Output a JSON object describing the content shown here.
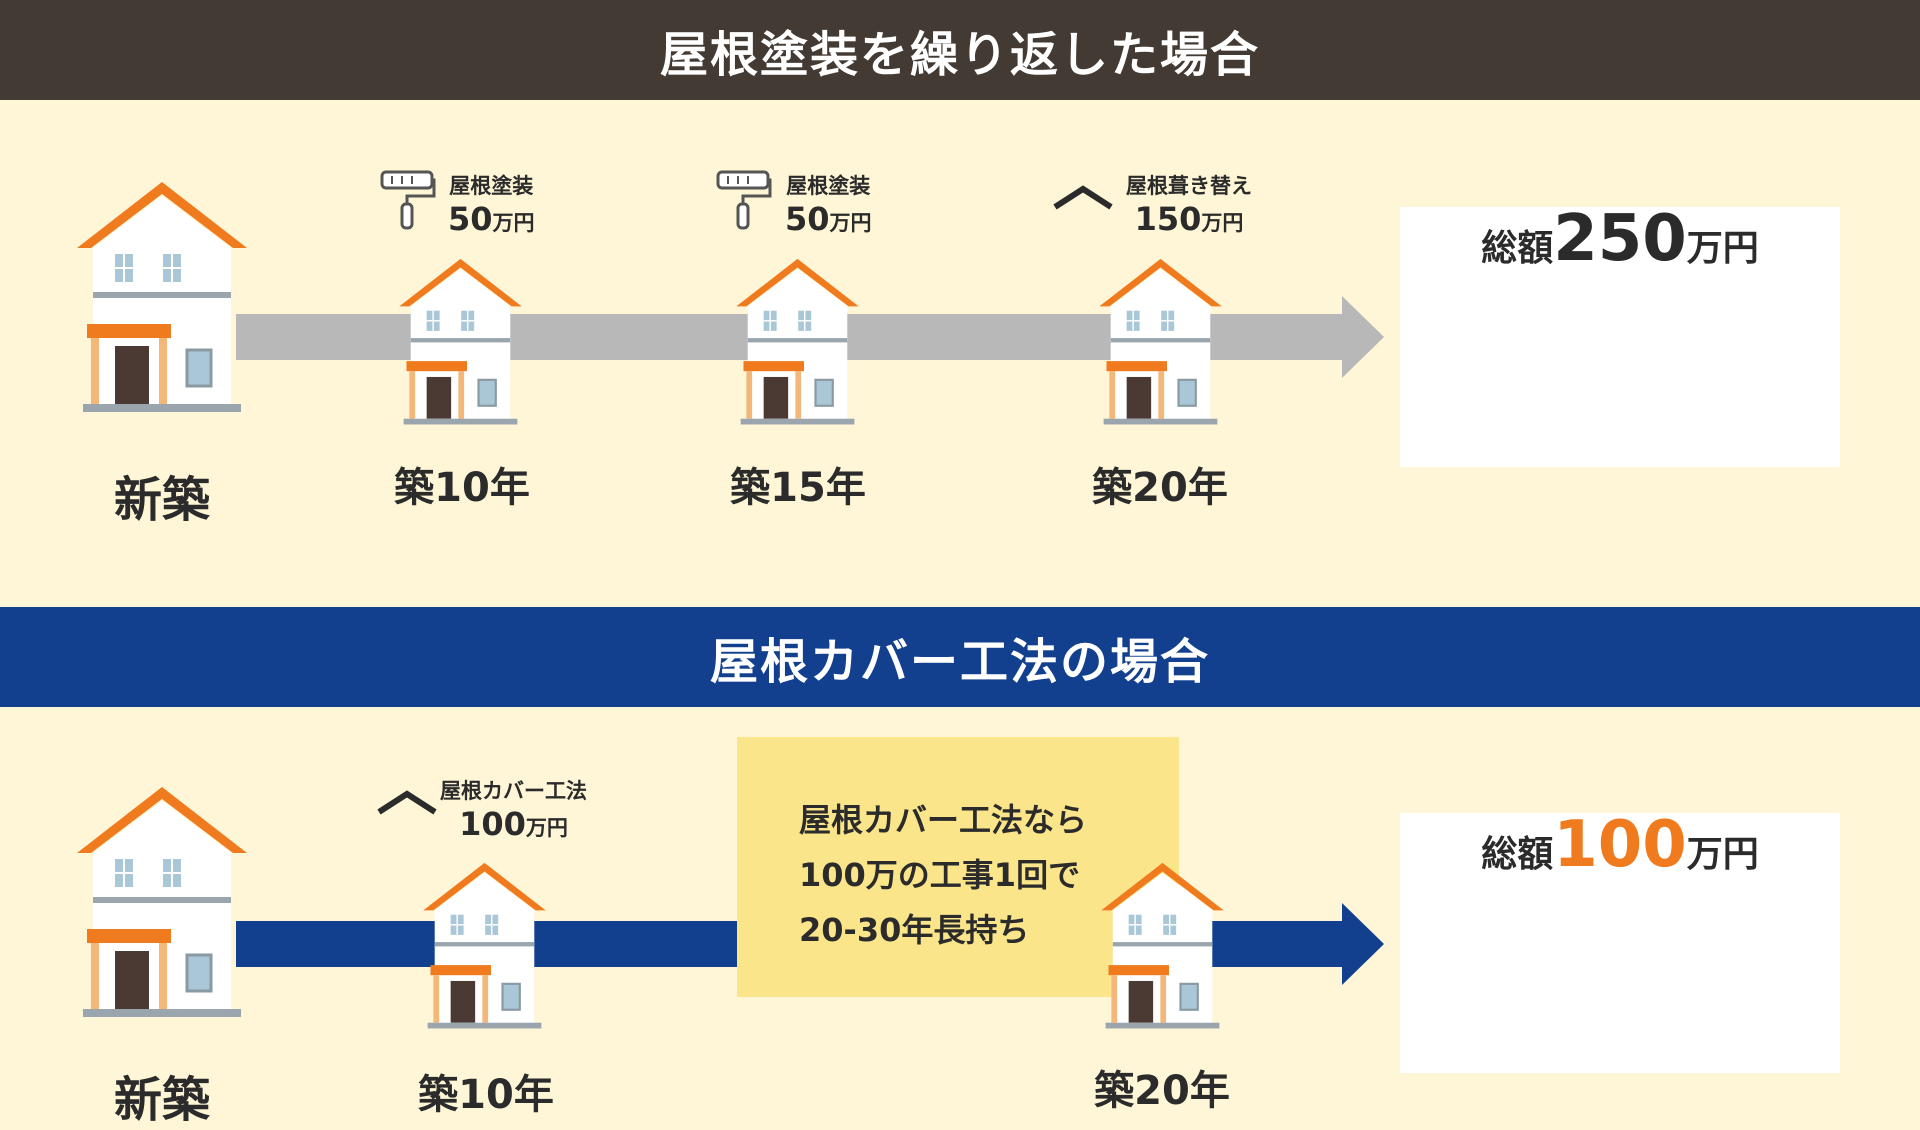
{
  "section1": {
    "title": "屋根塗装を繰り返した場合",
    "houses": [
      {
        "label": "新築"
      },
      {
        "label": "築10年",
        "cost_label": "屋根塗装",
        "cost_amount": "50",
        "cost_unit": "万円",
        "icon": "paint-roller-icon"
      },
      {
        "label": "築15年",
        "cost_label": "屋根塗装",
        "cost_amount": "50",
        "cost_unit": "万円",
        "icon": "paint-roller-icon"
      },
      {
        "label": "築20年",
        "cost_label": "屋根葺き替え",
        "cost_amount": "150",
        "cost_unit": "万円",
        "icon": "roof-icon"
      }
    ],
    "total": {
      "prefix": "総額",
      "amount": "250",
      "unit": "万円"
    }
  },
  "section2": {
    "title": "屋根カバー工法の場合",
    "houses": [
      {
        "label": "新築"
      },
      {
        "label": "築10年",
        "cost_label": "屋根カバー工法",
        "cost_amount": "100",
        "cost_unit": "万円",
        "icon": "roof-icon"
      },
      {
        "label": "築20年"
      }
    ],
    "note": [
      "屋根カバー工法なら",
      "100万の工事1回で",
      "20-30年長持ち"
    ],
    "total": {
      "prefix": "総額",
      "amount": "100",
      "unit": "万円"
    }
  },
  "colors": {
    "background": "#fef6d6",
    "top_band": "#433a33",
    "bottom_band": "#12408f",
    "roof": "#f07a1e",
    "gray_arrow": "#b8b8b8",
    "note_bg": "#fbe58a",
    "highlight_total": "#f07a1e"
  }
}
